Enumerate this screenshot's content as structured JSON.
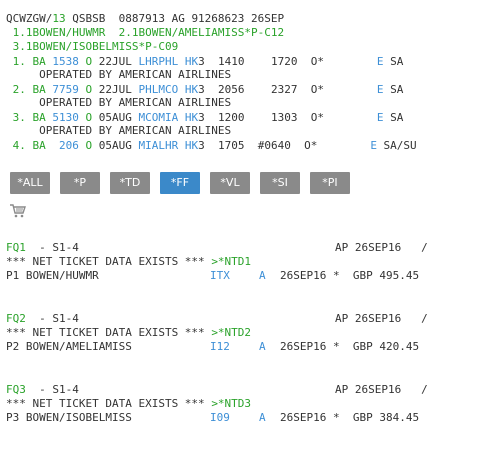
{
  "pnr": {
    "header": {
      "rec": "QCWZGW/",
      "num": "13",
      "rest": " QSBSB  0887913 AG 91268623 26SEP"
    },
    "names": [
      {
        "a": " 1.1BOWEN/HUWMR  2.1BOWEN/AMELIAMISS*P-C12"
      },
      {
        "a": " 3.1BOWEN/ISOBELMISS*P-C09"
      }
    ],
    "segments": [
      {
        "idx": " 1. BA ",
        "flight": "1538",
        "cls": " O ",
        "date": "22JUL ",
        "route": "LHRPHL",
        "status": " HK",
        "qty": "3",
        "times": "  1410    1720  O*        ",
        "e": "E",
        "tail": " SA",
        "op": "     OPERATED BY AMERICAN AIRLINES"
      },
      {
        "idx": " 2. BA ",
        "flight": "7759",
        "cls": " O ",
        "date": "22JUL ",
        "route": "PHLMCO",
        "status": " HK",
        "qty": "3",
        "times": "  2056    2327  O*        ",
        "e": "E",
        "tail": " SA",
        "op": "     OPERATED BY AMERICAN AIRLINES"
      },
      {
        "idx": " 3. BA ",
        "flight": "5130",
        "cls": " O ",
        "date": "05AUG ",
        "route": "MCOMIA",
        "status": " HK",
        "qty": "3",
        "times": "  1200    1303  O*        ",
        "e": "E",
        "tail": " SA",
        "op": "     OPERATED BY AMERICAN AIRLINES"
      },
      {
        "idx": " 4. BA  ",
        "flight": "206",
        "cls": " O ",
        "date": "05AUG ",
        "route": "MIALHR",
        "status": " HK",
        "qty": "3",
        "times": "  1705  #0640  O*        ",
        "e": "E",
        "tail": " SA/SU",
        "op": ""
      }
    ]
  },
  "buttons": [
    "*ALL",
    "*P",
    "*TD",
    "*FF",
    "*VL",
    "*SI",
    "*PI"
  ],
  "cart_icon": "cart-icon",
  "fares": [
    {
      "fq": "FQ1",
      "seg": "  - S1-4",
      "ap": "AP 26SEP16   /",
      "net": "*** NET TICKET DATA EXISTS *** ",
      "link": ">*NTD1",
      "pax": "P1 BOWEN/HUWMR",
      "code": "ITX",
      "a": "A",
      "date": "26SEP16 *  GBP 495.45"
    },
    {
      "fq": "FQ2",
      "seg": "  - S1-4",
      "ap": "AP 26SEP16   /",
      "net": "*** NET TICKET DATA EXISTS *** ",
      "link": ">*NTD2",
      "pax": "P2 BOWEN/AMELIAMISS",
      "code": "I12",
      "a": "A",
      "date": "26SEP16 *  GBP 420.45"
    },
    {
      "fq": "FQ3",
      "seg": "  - S1-4",
      "ap": "AP 26SEP16   /",
      "net": "*** NET TICKET DATA EXISTS *** ",
      "link": ">*NTD3",
      "pax": "P3 BOWEN/ISOBELMISS",
      "code": "I09",
      "a": "A",
      "date": "26SEP16 *  GBP 384.45"
    }
  ]
}
